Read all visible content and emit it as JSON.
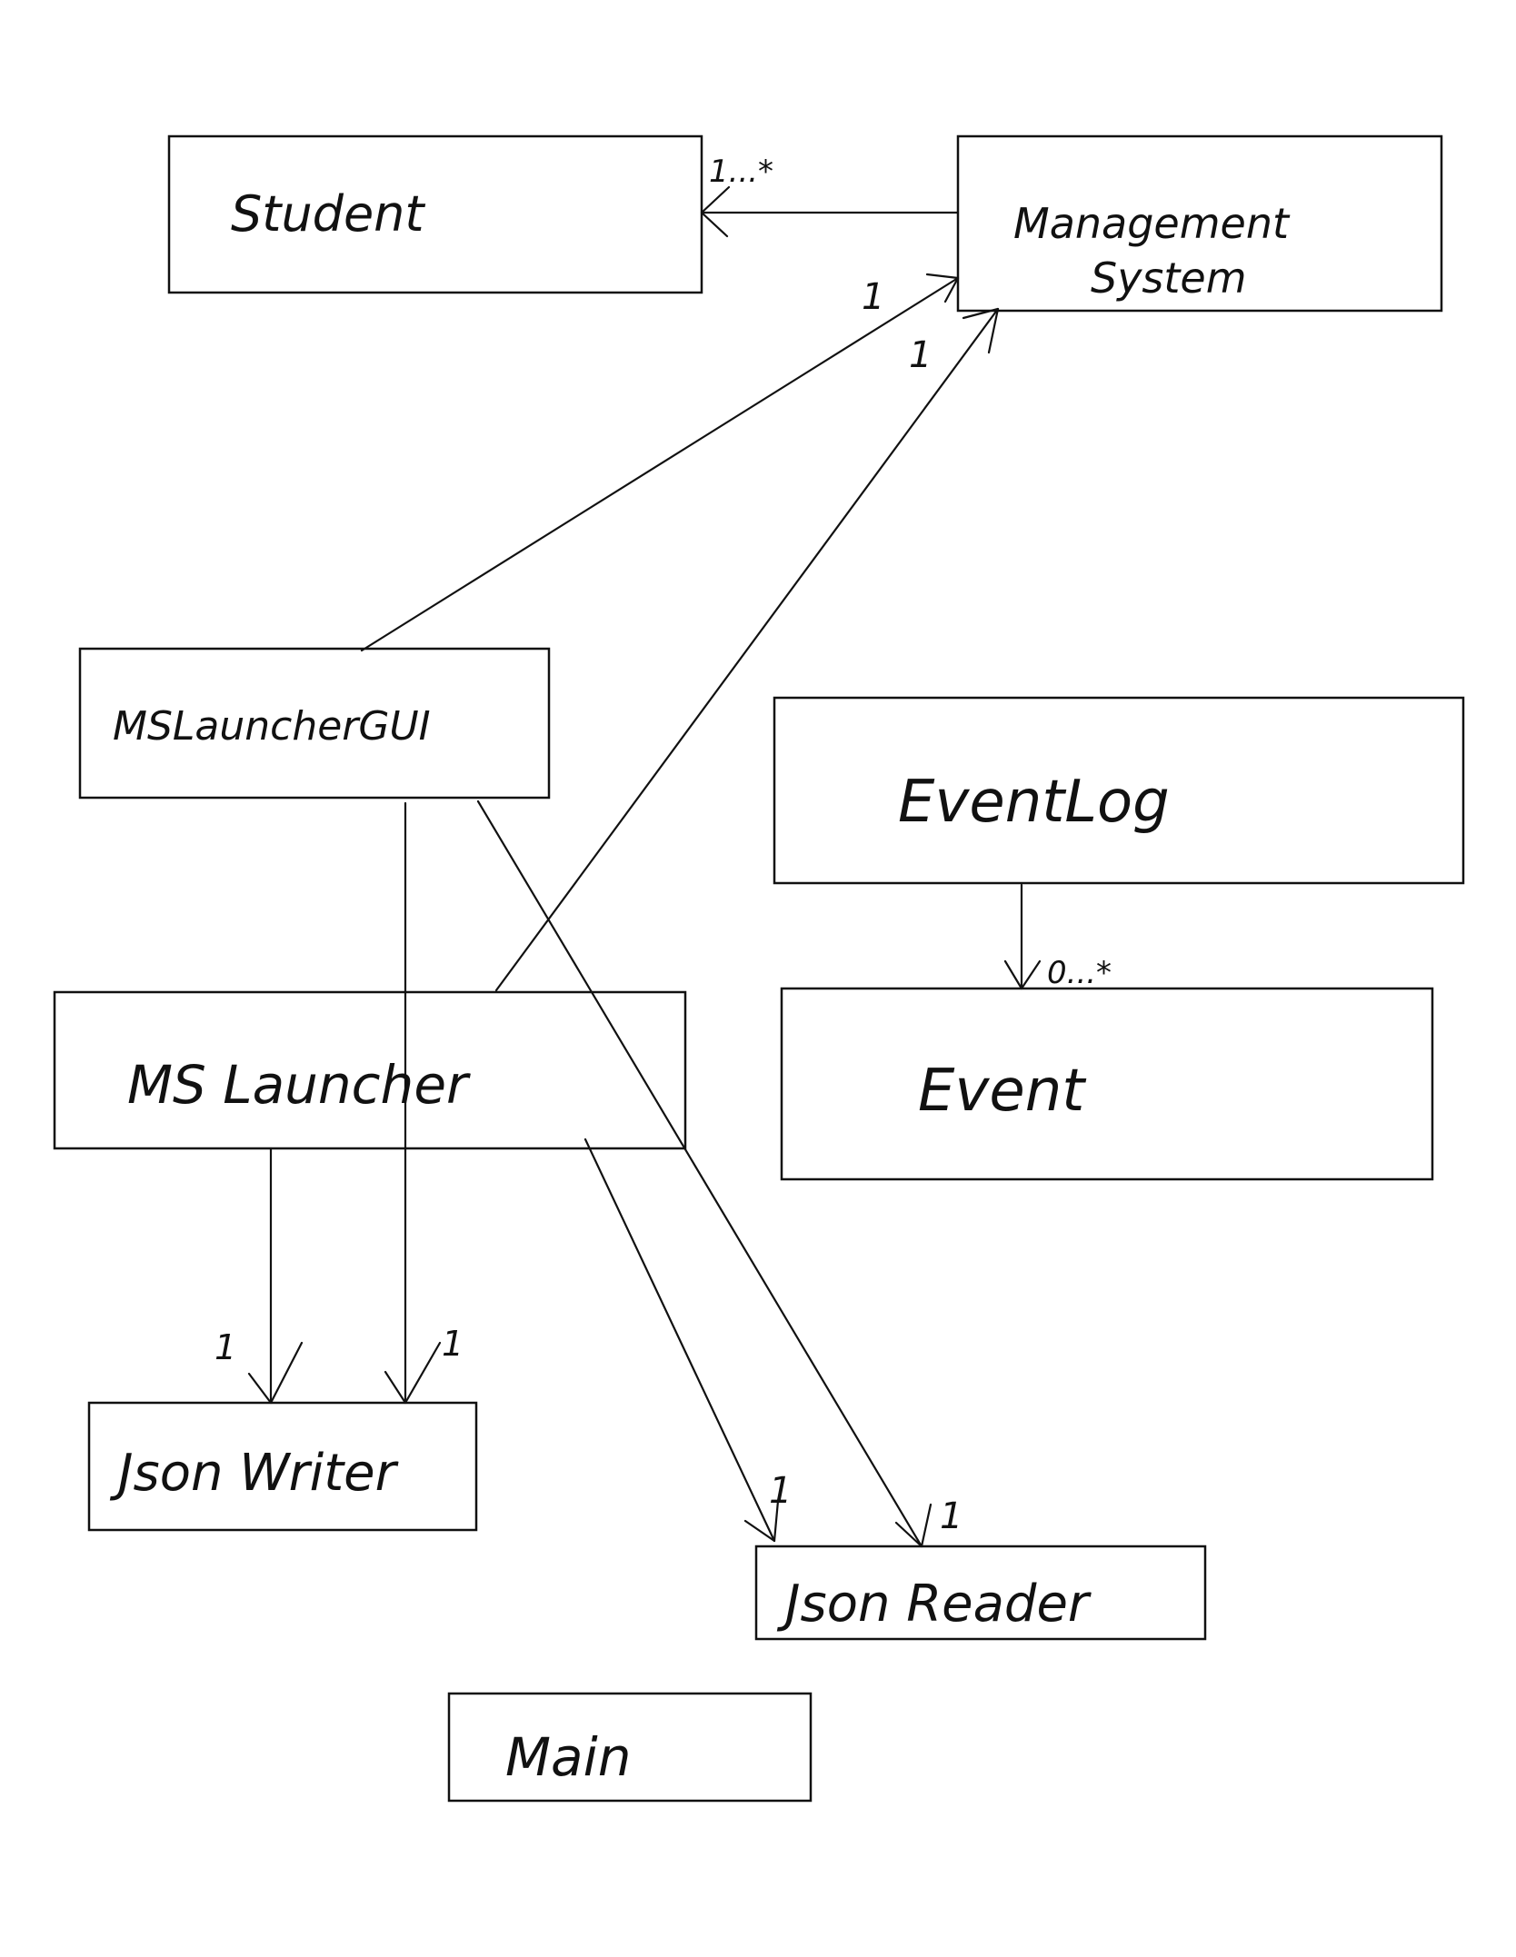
{
  "diagram": {
    "classes": [
      {
        "id": "student",
        "label": "Student"
      },
      {
        "id": "management-system",
        "label": "Management System"
      },
      {
        "id": "mslaunchergui",
        "label": "MSLauncherGUI"
      },
      {
        "id": "eventlog",
        "label": "EventLog"
      },
      {
        "id": "mslauncher",
        "label": "MS Launcher"
      },
      {
        "id": "event",
        "label": "Event"
      },
      {
        "id": "jsonwriter",
        "label": "Json Writer"
      },
      {
        "id": "jsonreader",
        "label": "Json Reader"
      },
      {
        "id": "main",
        "label": "Main"
      }
    ],
    "associations": [
      {
        "id": "ms-student",
        "from": "management-system",
        "to": "student",
        "multiplicity": "1...*"
      },
      {
        "id": "gui-ms",
        "from": "mslaunchergui",
        "to": "management-system",
        "multiplicity": "1"
      },
      {
        "id": "launcher-ms",
        "from": "mslauncher",
        "to": "management-system",
        "multiplicity": "1"
      },
      {
        "id": "eventlog-event",
        "from": "eventlog",
        "to": "event",
        "multiplicity": "0...*"
      },
      {
        "id": "launcher-writer",
        "from": "mslauncher",
        "to": "jsonwriter",
        "multiplicity": "1"
      },
      {
        "id": "gui-writer",
        "from": "mslaunchergui",
        "to": "jsonwriter",
        "multiplicity": "1"
      },
      {
        "id": "launcher-reader",
        "from": "mslauncher",
        "to": "jsonreader",
        "multiplicity": "1"
      },
      {
        "id": "gui-reader",
        "from": "mslaunchergui",
        "to": "jsonreader",
        "multiplicity": "1"
      }
    ],
    "colors": {
      "ink": "#111111",
      "background": "#ffffff"
    }
  }
}
